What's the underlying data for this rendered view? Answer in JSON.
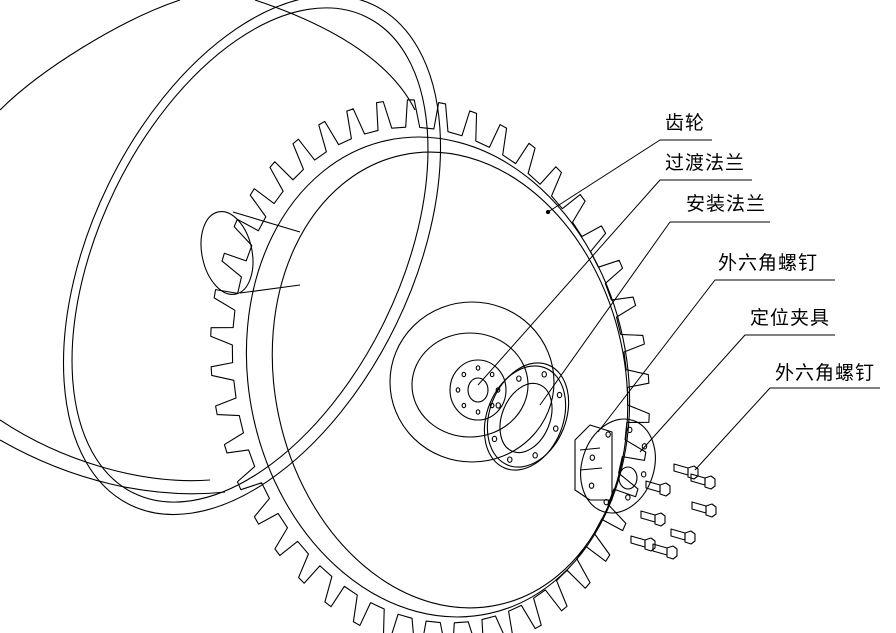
{
  "labels": {
    "gear": "齿轮",
    "transition_flange": "过渡法兰",
    "mounting_flange": "安装法兰",
    "hex_bolt_1": "外六角螺钉",
    "positioning_fixture": "定位夹具",
    "hex_bolt_2": "外六角螺钉"
  }
}
